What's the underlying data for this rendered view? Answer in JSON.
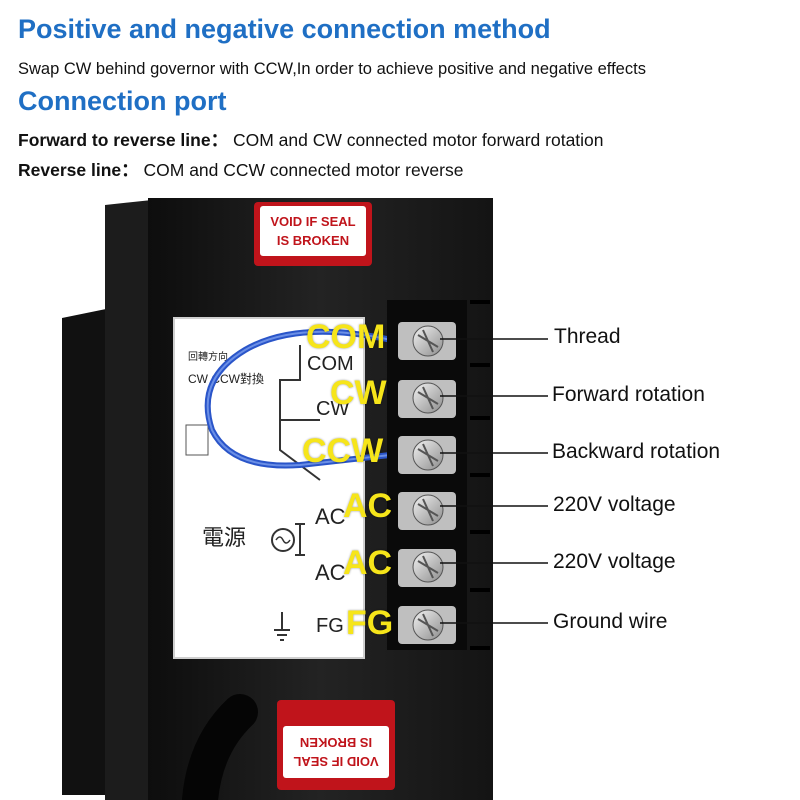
{
  "heading1": "Positive and negative connection method",
  "description": "Swap CW behind governor with CCW,In order to achieve positive and negative effects",
  "heading2": "Connection port",
  "forward": {
    "label": "Forward to reverse line：",
    "text": "COM and CW connected motor forward rotation"
  },
  "reverse": {
    "label": "Reverse line：",
    "text": "COM and CCW connected motor reverse"
  },
  "seal_label": {
    "line1": "VOID IF SEAL",
    "line2": "IS BROKEN"
  },
  "panel_markings": {
    "top_left": "回轉方向",
    "swap": "CW CCW對換",
    "power": "電源",
    "com": "COM",
    "cw": "CW",
    "ac1": "AC",
    "ac2": "AC",
    "fg": "FG"
  },
  "terminals": [
    {
      "tag": "COM",
      "desc": "Thread"
    },
    {
      "tag": "CW",
      "desc": "Forward rotation"
    },
    {
      "tag": "CCW",
      "desc": "Backward rotation"
    },
    {
      "tag": "AC",
      "desc": "220V voltage"
    },
    {
      "tag": "AC",
      "desc": "220V voltage"
    },
    {
      "tag": "FG",
      "desc": "Ground wire"
    }
  ],
  "colors": {
    "heading": "#1f6fc4",
    "terminal_tag": "#f6e51a",
    "seal": "#c0141b",
    "body": "#1a1a1a"
  }
}
